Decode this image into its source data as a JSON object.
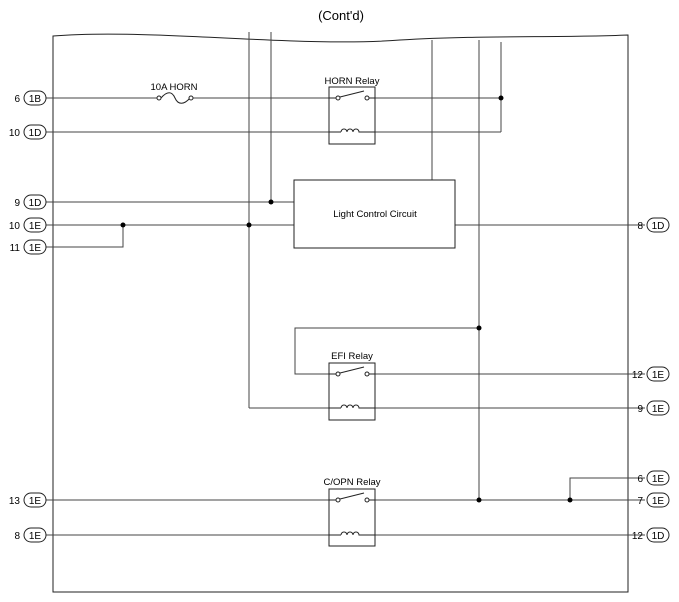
{
  "title": "(Cont'd)",
  "components": {
    "fuse": "10A HORN",
    "horn_relay": "HORN Relay",
    "efi_relay": "EFI Relay",
    "copn_relay": "C/OPN Relay",
    "light_control": "Light Control Circuit"
  },
  "connectors": {
    "left": [
      {
        "pin": "6",
        "conn": "1B"
      },
      {
        "pin": "10",
        "conn": "1D"
      },
      {
        "pin": "9",
        "conn": "1D"
      },
      {
        "pin": "10",
        "conn": "1E"
      },
      {
        "pin": "11",
        "conn": "1E"
      },
      {
        "pin": "13",
        "conn": "1E"
      },
      {
        "pin": "8",
        "conn": "1E"
      }
    ],
    "right": [
      {
        "pin": "8",
        "conn": "1D"
      },
      {
        "pin": "12",
        "conn": "1E"
      },
      {
        "pin": "9",
        "conn": "1E"
      },
      {
        "pin": "6",
        "conn": "1E"
      },
      {
        "pin": "7",
        "conn": "1E"
      },
      {
        "pin": "12",
        "conn": "1D"
      }
    ]
  }
}
